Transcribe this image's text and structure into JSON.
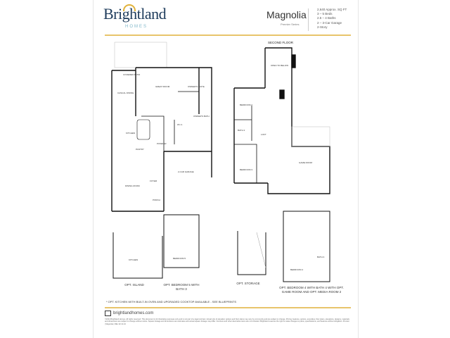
{
  "header": {
    "brand": "Brightland",
    "brand_sub": "HOMES",
    "plan_name": "Magnolia",
    "series": "Premier Series",
    "specs": [
      "2,640 Approx. SQ FT",
      "3 – 5 Beds",
      "2.5 – 4 Baths",
      "2 – 3-Car Garage",
      "2-Story"
    ]
  },
  "second_floor_label": "SECOND FLOOR",
  "rooms": {
    "covered_patio": "COVERED PATIO",
    "casual_dining": "CASUAL DINING",
    "great_room": "GREAT ROOM",
    "owners_suite": "OWNER'S SUITE",
    "owners_bath": "OWNER'S BATH",
    "wic": "W.I.C.",
    "kitchen": "KITCHEN",
    "pantry": "PANTRY",
    "dining_room": "DINING ROOM",
    "foyer": "FOYER",
    "porch": "PORCH",
    "garage": "2-CAR GARAGE",
    "powder": "POWDER",
    "open_to_below": "OPEN TO BELOW",
    "bedroom2": "BEDROOM 2",
    "bath2": "BATH 2",
    "loft": "LOFT",
    "bedroom3": "BEDROOM 3",
    "game_room": "GAME ROOM",
    "bedroom5": "BEDROOM 5",
    "bedroom4": "BEDROOM 4",
    "bath4": "BATH 4"
  },
  "options": {
    "island": "OPT. ISLAND",
    "bedroom5": "OPT. BEDROOM 5 WITH BATH 3",
    "storage": "OPT. STORAGE",
    "bedroom4": "OPT. BEDROOM 4 WITH BATH 4 WITH OPT. GAME ROOM AND OPT. MEDIA ROOM 2"
  },
  "footnote": "* OPT. KITCHEN WITH BUILT-IN OVEN AND UPGRADED COOKTOP AVAILABLE - SEE BLUEPRINTS",
  "website": "brightlandhomes.com",
  "disclaimer": "©2024 Brightland Homes. All rights reserved. This document is for illustrative purposes only and is not part of a legal contract. Actual size of elevation options and floor plans may vary by community and are subject to change. Pricing, features, options, amenities, floor plans, elevations, designs, materials and dimensions are subject to change without notice. Square footage and dimensions are estimates and actual square footage may differ. Furniture and other decorative items are not included. Brightland reserves the right to make changes to plans, specifications, and features without obligation. Premier | Magnolia | REL 02.12.24",
  "colors": {
    "brand": "#1f3c5c",
    "accent": "#e8c46b",
    "sub": "#7fb7c9"
  }
}
